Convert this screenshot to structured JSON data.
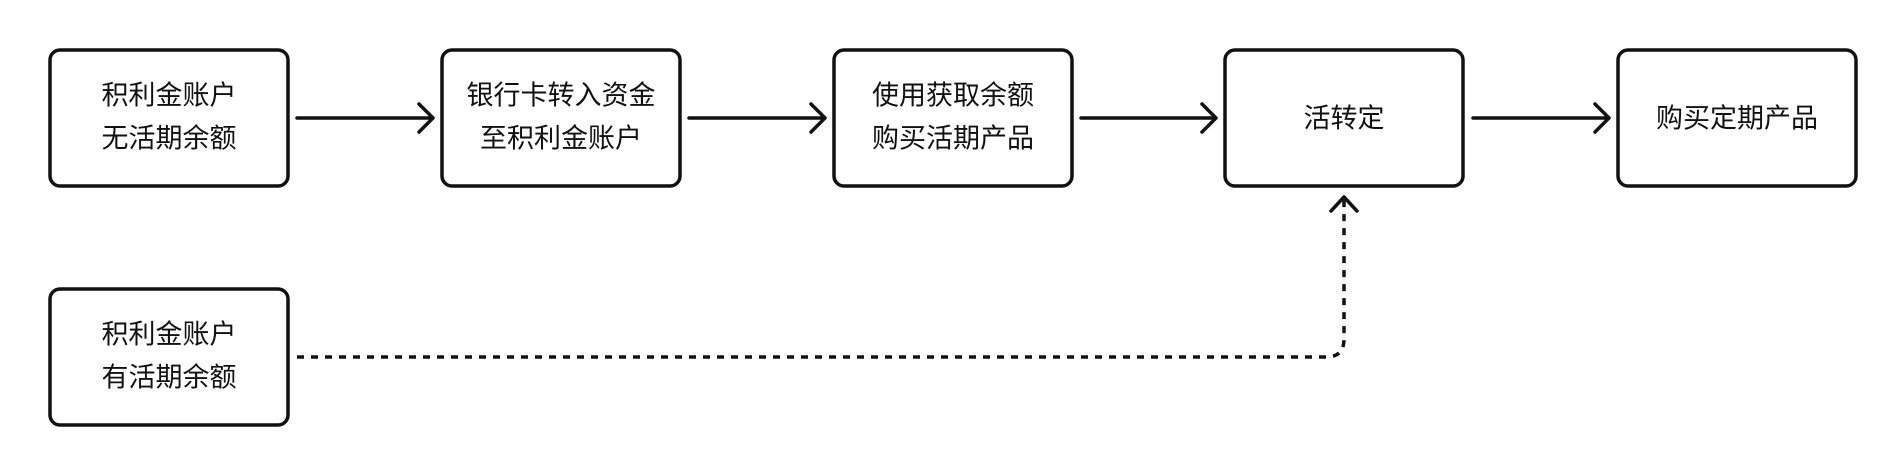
{
  "nodes": [
    {
      "id": "box1",
      "lines": [
        "积利金账户",
        "无活期余额"
      ]
    },
    {
      "id": "box2",
      "lines": [
        "银行卡转入资金",
        "至积利金账户"
      ]
    },
    {
      "id": "box3",
      "lines": [
        "使用获取余额",
        "购买活期产品"
      ]
    },
    {
      "id": "box4",
      "lines": [
        "活转定"
      ]
    },
    {
      "id": "box5",
      "lines": [
        "购买定期产品"
      ]
    },
    {
      "id": "box6",
      "lines": [
        "积利金账户",
        "有活期余额"
      ]
    }
  ],
  "edges": [
    {
      "from": "box1",
      "to": "box2",
      "style": "solid"
    },
    {
      "from": "box2",
      "to": "box3",
      "style": "solid"
    },
    {
      "from": "box3",
      "to": "box4",
      "style": "solid"
    },
    {
      "from": "box4",
      "to": "box5",
      "style": "solid"
    },
    {
      "from": "box6",
      "to": "box4",
      "style": "dashed"
    }
  ],
  "colors": {
    "stroke": "#111111",
    "background": "#ffffff"
  }
}
